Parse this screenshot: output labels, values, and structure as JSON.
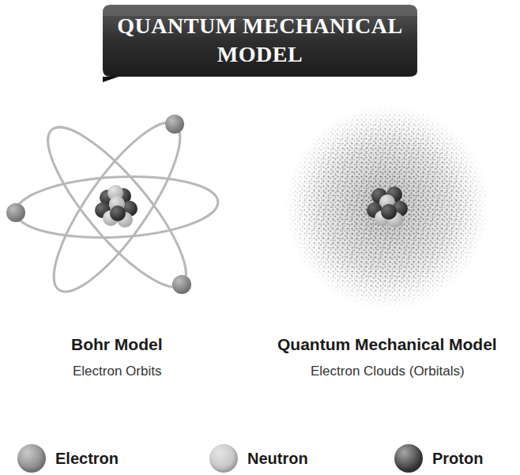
{
  "diagram": {
    "title": "QUANTUM MECHANICAL MODEL",
    "labels": [
      "Bohr Model",
      "Electron Orbits",
      "Quantum Mechanical Model",
      "Electron Clouds (Orbitals)"
    ],
    "legend": [
      {
        "text": "Electron",
        "color": "#8a8a8a"
      },
      {
        "text": "Neutron",
        "color": "#c4c4c4"
      },
      {
        "text": "Proton",
        "color": "#3c3c3c"
      }
    ]
  }
}
